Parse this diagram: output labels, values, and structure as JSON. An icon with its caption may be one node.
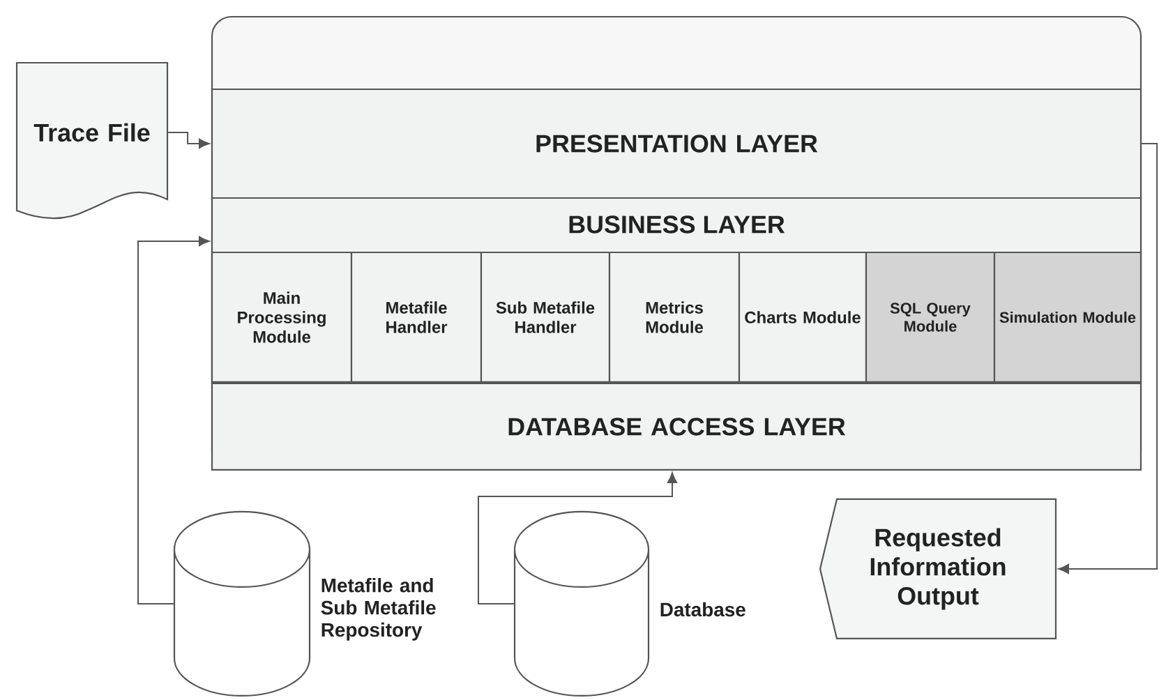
{
  "diagram": {
    "nodes": [
      {
        "text": [],
        "shape": "box"
      },
      {
        "text": [
          "Trace File"
        ]
      },
      {
        "text": [
          "PRESENTATION LAYER"
        ],
        "in": 0
      },
      {
        "text": [
          "BUSINESS LAYER"
        ],
        "in": 0
      },
      {
        "text": [
          "Main Processing Module"
        ],
        "in": 3
      },
      {
        "text": [
          "Metafile Handler"
        ],
        "in": 3
      },
      {
        "text": [
          "Sub Metafile Handler"
        ],
        "in": 3
      },
      {
        "text": [
          "Metrics Module"
        ],
        "in": 3
      },
      {
        "text": [
          "Charts Module"
        ],
        "in": 3
      },
      {
        "text": [
          "SQL Query Module"
        ],
        "in": 3
      },
      {
        "text": [
          "Simulation Module"
        ],
        "in": 3
      },
      {
        "text": [
          "DATABASE ACCESS LAYER"
        ],
        "in": 0
      },
      {
        "text": [],
        "shape": "cylinder",
        "beside": [
          "Metafile and Sub Metafile Repository"
        ]
      },
      {
        "text": [],
        "shape": "cylinder",
        "beside": [
          "Database"
        ]
      },
      {
        "text": [
          "Requested Information Output"
        ]
      }
    ],
    "edges": [
      {
        "from": 1,
        "to": 2,
        "arrow": "to"
      },
      {
        "from": 12,
        "to": 3,
        "arrow": "to"
      },
      {
        "from": 13,
        "to": 11,
        "arrow": "to"
      },
      {
        "from": 2,
        "to": 14,
        "arrow": "to"
      }
    ]
  }
}
